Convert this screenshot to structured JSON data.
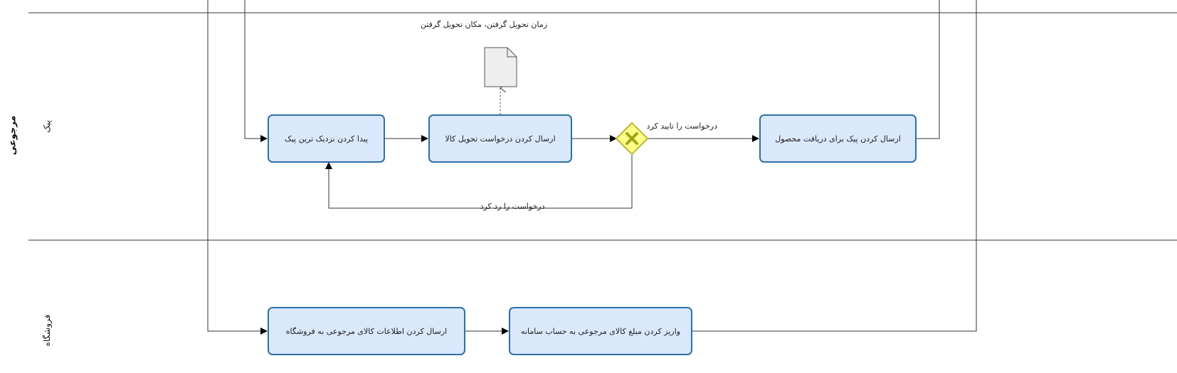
{
  "pool": {
    "label": "مرجوعی"
  },
  "lanes": [
    {
      "id": "courier",
      "label": "پیک"
    },
    {
      "id": "store",
      "label": "فروشگاه"
    }
  ],
  "tasks": {
    "find_courier": "پیدا کردن نزدیک ترین پیک",
    "send_request": "ارسال کردن درخواست تحویل کالا",
    "send_courier": "ارسال کردن پیک برای دریافت محصول",
    "send_info": "ارسال کردن اطلاعات کالای مرجوعی به فروشگاه",
    "deposit": "واریز کردن مبلغ کالای مرجوعی به حساب سامانه"
  },
  "data_object": {
    "label": "زمان تحویل گرفتن، مکان تحویل گرفتن"
  },
  "gateway": {
    "type": "exclusive"
  },
  "flow_labels": {
    "approved": "درخواست را تایید کرد",
    "rejected": "درخواست را رد کرد"
  },
  "colors": {
    "task_fill": "#dae8fc",
    "task_stroke": "#2f6fa3",
    "gateway_fill": "#ffff88",
    "gateway_stroke": "#b8b836",
    "gateway_marker": "#a3a319",
    "line": "#333333"
  }
}
